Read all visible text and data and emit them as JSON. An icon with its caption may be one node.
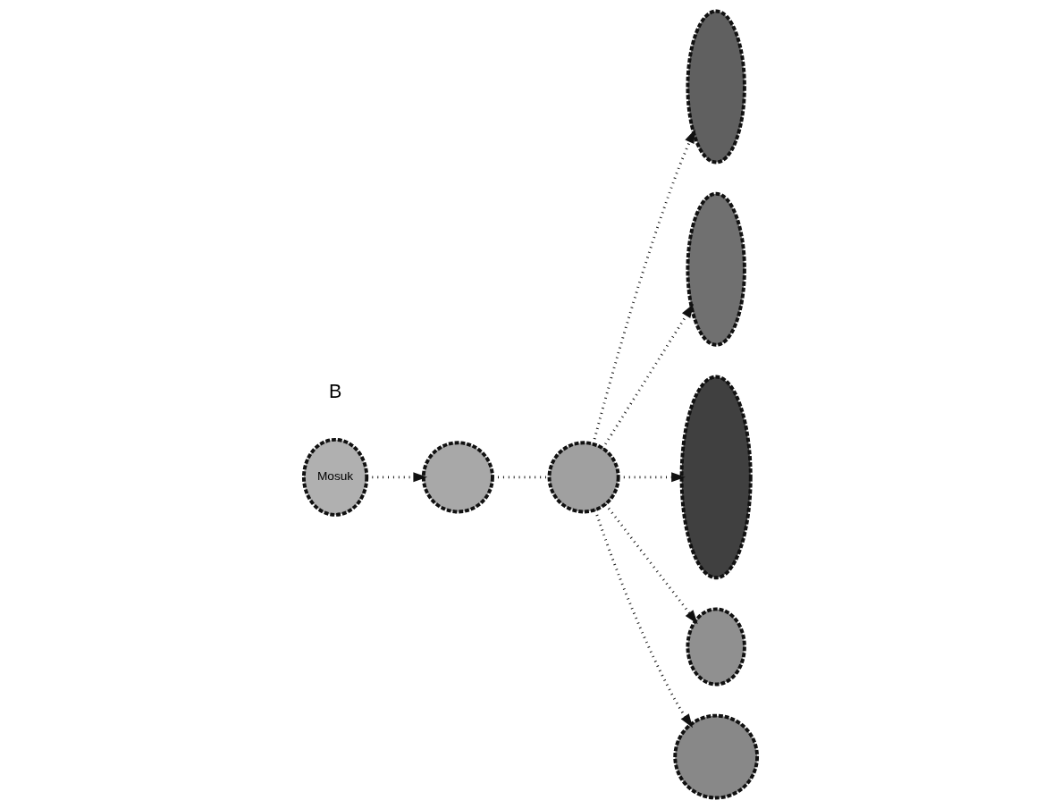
{
  "diagram": {
    "nodes": [
      {
        "text": [
          "Mosuk"
        ]
      },
      {
        "text": [],
        "shape": "circle"
      },
      {
        "text": [],
        "shape": "circle"
      },
      {
        "text": [],
        "shape": "ellipse"
      },
      {
        "text": [],
        "shape": "ellipse"
      },
      {
        "text": [],
        "shape": "ellipse"
      },
      {
        "text": [],
        "shape": "ellipse"
      },
      {
        "text": [],
        "shape": "circle"
      }
    ],
    "edges": [
      {
        "from": 0,
        "to": 1,
        "arrow": "to"
      },
      {
        "from": 1,
        "to": 2,
        "arrow": "none"
      },
      {
        "from": 2,
        "to": 3,
        "arrow": "to"
      },
      {
        "from": 2,
        "to": 4,
        "arrow": "to"
      },
      {
        "from": 2,
        "to": 5,
        "arrow": "to"
      },
      {
        "from": 2,
        "to": 6,
        "arrow": "to"
      },
      {
        "from": 2,
        "to": 7,
        "arrow": "to"
      }
    ],
    "labels": [
      "B"
    ]
  }
}
